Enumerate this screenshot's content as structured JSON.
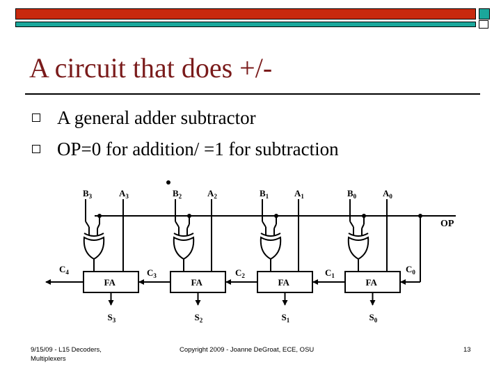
{
  "title": "A circuit that does +/-",
  "bullets": [
    "A general adder subtractor",
    "OP=0 for addition/ =1 for subtraction"
  ],
  "diagram": {
    "op_label": "OP",
    "fa_label": "FA",
    "stages": [
      {
        "b_main": "B",
        "b_sub": "3",
        "a_main": "A",
        "a_sub": "3",
        "s_main": "S",
        "s_sub": "3"
      },
      {
        "b_main": "B",
        "b_sub": "2",
        "a_main": "A",
        "a_sub": "2",
        "s_main": "S",
        "s_sub": "2"
      },
      {
        "b_main": "B",
        "b_sub": "1",
        "a_main": "A",
        "a_sub": "1",
        "s_main": "S",
        "s_sub": "1"
      },
      {
        "b_main": "B",
        "b_sub": "0",
        "a_main": "A",
        "a_sub": "0",
        "s_main": "S",
        "s_sub": "0"
      }
    ],
    "carries": [
      {
        "main": "C",
        "sub": "4"
      },
      {
        "main": "C",
        "sub": "3"
      },
      {
        "main": "C",
        "sub": "2"
      },
      {
        "main": "C",
        "sub": "1"
      },
      {
        "main": "C",
        "sub": "0"
      }
    ]
  },
  "footer": {
    "left_line1": "9/15/09 - L15 Decoders,",
    "left_line2": "Multiplexers",
    "center": "Copyright 2009 - Joanne DeGroat, ECE, OSU",
    "page": "13"
  },
  "colors": {
    "title": "#7a1b1b",
    "bar_red": "#c8290e",
    "bar_teal": "#1aa79b"
  }
}
